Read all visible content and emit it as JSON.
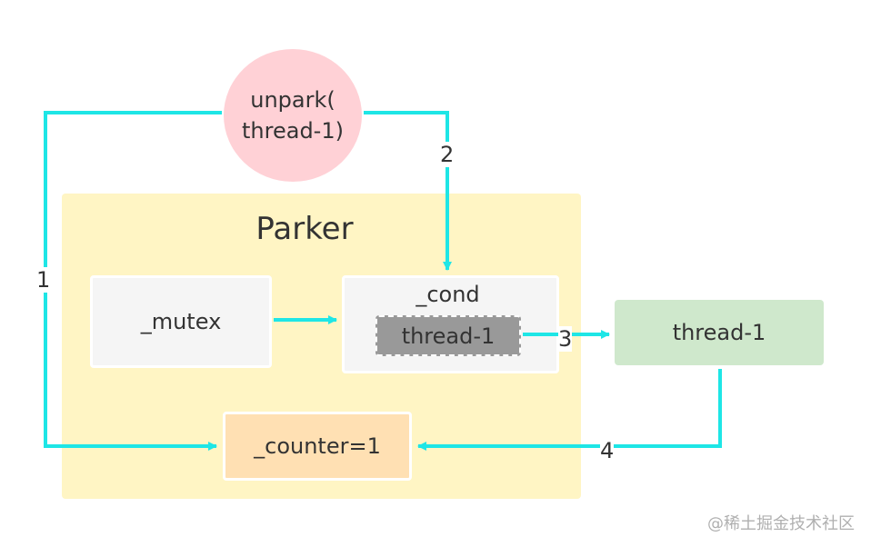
{
  "diagram": {
    "parker_label": "Parker",
    "mutex_label": "_mutex",
    "cond_label": "_cond",
    "cond_thread_label": "thread-1",
    "thread_label": "thread-1",
    "counter_label": "_counter=1",
    "unpark_line1": "unpark(",
    "unpark_line2": "thread-1)",
    "steps": [
      "1",
      "2",
      "3",
      "4"
    ],
    "arrow_color": "#1ee6e6",
    "watermark": "@稀土掘金技术社区"
  }
}
